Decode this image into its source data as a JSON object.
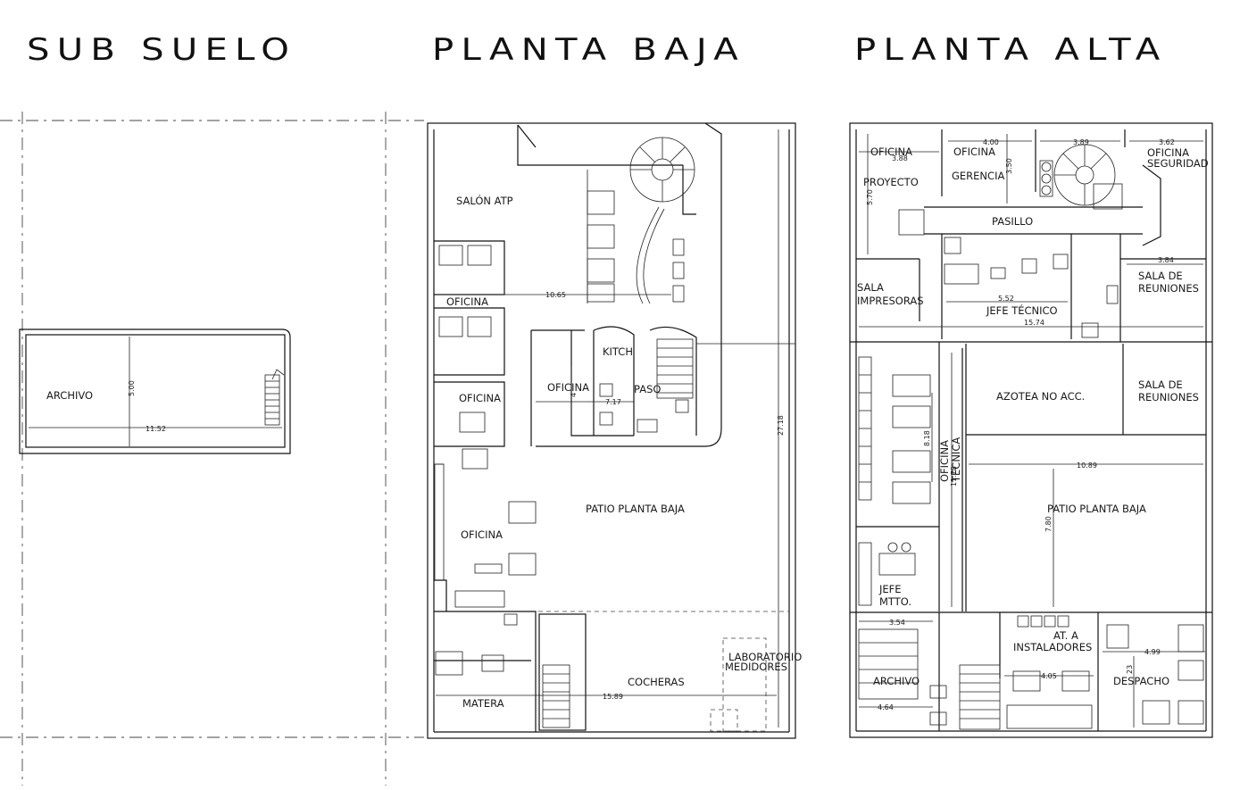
{
  "titles": {
    "subsuelo": "SUB SUELO",
    "planta_baja": "PLANTA BAJA",
    "planta_alta": "PLANTA ALTA"
  },
  "subsuelo": {
    "rooms": {
      "archivo": "ARCHIVO"
    },
    "dims": {
      "width": "11.52",
      "height": "5.00"
    }
  },
  "planta_baja": {
    "rooms": {
      "salon_atp": "SALÓN ATP",
      "oficina_1": "OFICINA",
      "oficina_2": "OFICINA",
      "oficina_3": "OFICINA",
      "oficina_4": "OFICINA",
      "kitch": "KITCH",
      "paso": "PASO",
      "patio": "PATIO PLANTA BAJA",
      "cocheras": "COCHERAS",
      "matera": "MATERA",
      "laboratorio_1": "LABORATORIO",
      "laboratorio_2": "MEDIDORES"
    },
    "dims": {
      "d1065": "10.65",
      "d4": "4",
      "d717": "7.17",
      "d2718": "27.18",
      "d1589": "15.89"
    }
  },
  "planta_alta": {
    "rooms": {
      "oficina_proyecto_1": "OFICINA",
      "oficina_proyecto_2": "PROYECTO",
      "oficina_gerencia_1": "OFICINA",
      "oficina_gerencia_2": "GERENCIA",
      "oficina_seguridad_1": "OFICINA",
      "oficina_seguridad_2": "SEGURIDAD",
      "pasillo": "PASILLO",
      "sala_impresoras_1": "SALA",
      "sala_impresoras_2": "IMPRESORAS",
      "jefe_tecnico": "JEFE TÉCNICO",
      "sala_reuniones_1a": "SALA DE",
      "sala_reuniones_1b": "REUNIONES",
      "sala_reuniones_2a": "SALA DE",
      "sala_reuniones_2b": "REUNIONES",
      "azotea": "AZOTEA NO ACC.",
      "oficina_tecnica_1": "OFICINA",
      "oficina_tecnica_2": "TECNICA",
      "patio": "PATIO PLANTA BAJA",
      "jefe_mtto_1": "JEFE",
      "jefe_mtto_2": "MTTO.",
      "archivo": "ARCHIVO",
      "at_instaladores_1": "AT. A",
      "at_instaladores_2": "INSTALADORES",
      "despacho": "DESPACHO"
    },
    "dims": {
      "d388": "3.88",
      "d400": "4.00",
      "d389": "3.89",
      "d362": "3.62",
      "d570": "5.70",
      "d350": "3.50",
      "d384": "3.84",
      "d552": "5.52",
      "d1574": "15.74",
      "d818": "8.18",
      "d1178": "11.78",
      "d1089": "10.89",
      "d780": "7.80",
      "d354": "3.54",
      "d405": "4.05",
      "d499": "4.99",
      "d464": "4.64",
      "d23": "23"
    }
  }
}
